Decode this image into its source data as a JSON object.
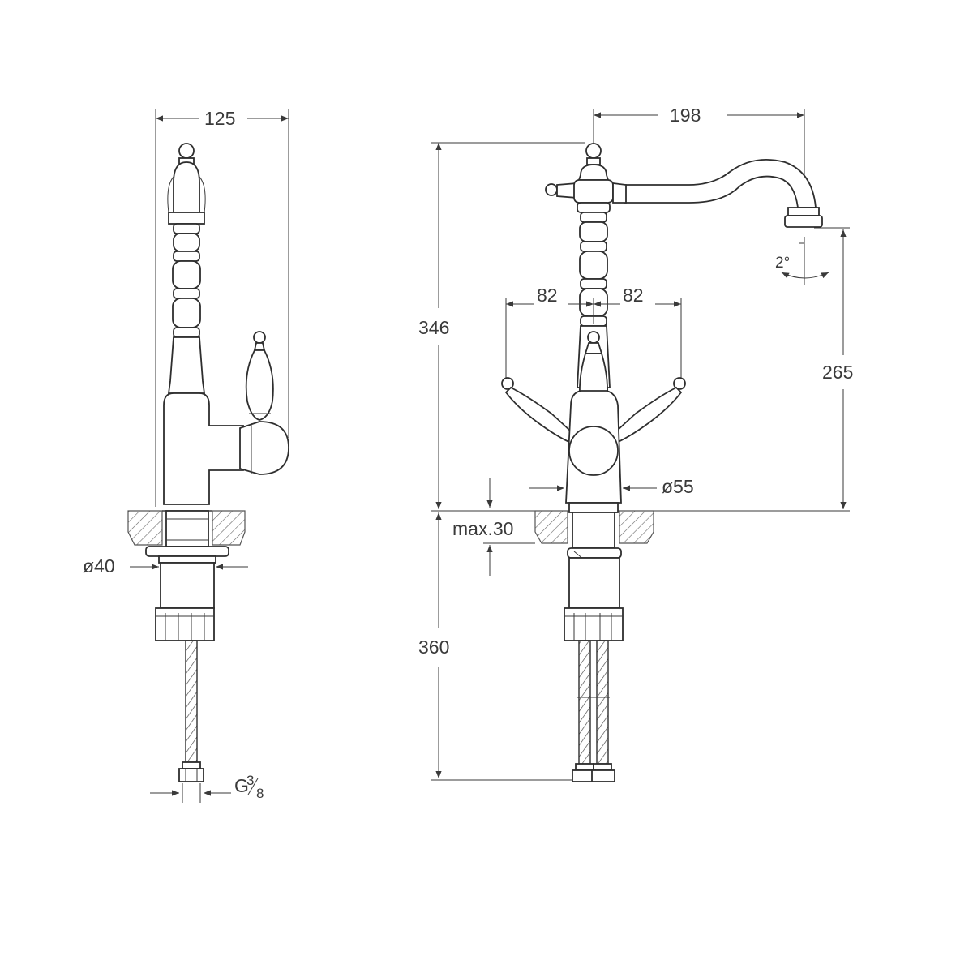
{
  "colors": {
    "line": "#3a3a3a",
    "background": "#ffffff"
  },
  "dimensions": {
    "side_width": "125",
    "side_base_diameter": "ø40",
    "connection_G": "G",
    "connection_num": "3",
    "connection_den": "8",
    "spout_reach": "198",
    "total_height": "346",
    "spout_height": "265",
    "swivel_angle": "2°",
    "handle_left": "82",
    "handle_right": "82",
    "body_diameter": "ø55",
    "max_thickness": "max.30",
    "hose_length": "360"
  }
}
